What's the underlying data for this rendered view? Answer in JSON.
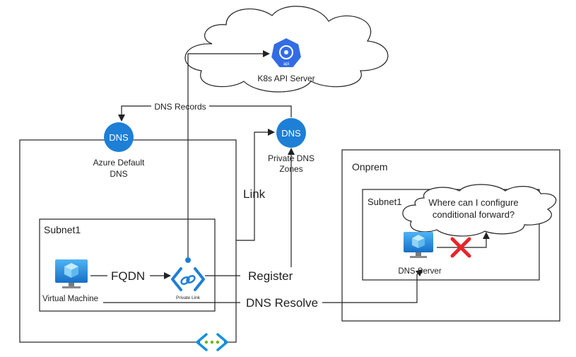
{
  "cloud": {
    "k8s_label": "K8s API Server",
    "api_badge": "api"
  },
  "dns_records": "DNS Records",
  "azure_dns": {
    "icon_text": "DNS",
    "line1": "Azure Default",
    "line2": "DNS"
  },
  "private_dns": {
    "icon_text": "DNS",
    "line1": "Private DNS",
    "line2": "Zones"
  },
  "link_label": "Link",
  "subnet_left": {
    "label": "Subnet1"
  },
  "vm_label": "Virtual Machine",
  "fqdn_label": "FQDN",
  "private_link_label": "Private Link",
  "register_label": "Register",
  "dns_resolve_label": "DNS Resolve",
  "onprem": {
    "label": "Onprem",
    "subnet_label": "Subnet1",
    "dns_server_label": "DNS Server"
  },
  "question": {
    "line1": "Where can I configure",
    "line2": "conditional forward?"
  },
  "colors": {
    "azure_blue": "#1e7fd6",
    "cross_red": "#e8242a",
    "k8s_blue": "#326ce5",
    "vnet_blue": "#1490df",
    "vnet_dots": "#6bb700"
  }
}
